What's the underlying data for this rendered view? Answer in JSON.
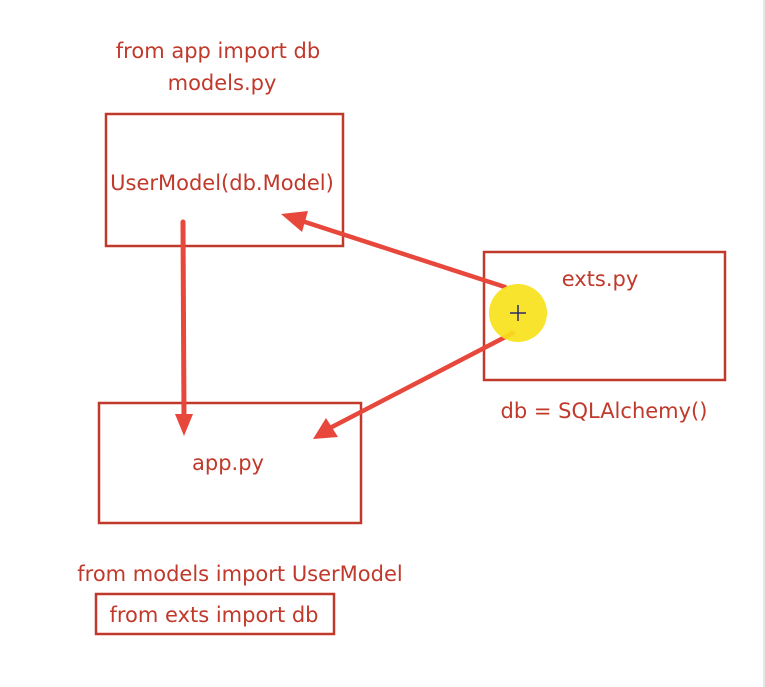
{
  "diagram": {
    "models_import_note": "from app import db",
    "models_file": "models.py",
    "models_content": "UserModel(db.Model)",
    "exts_file": "exts.py",
    "exts_note": "db = SQLAlchemy()",
    "app_file": "app.py",
    "app_import_note": "from models import UserModel",
    "app_exts_import_note": "from exts import db"
  },
  "colors": {
    "accent": "#c0392b",
    "arrow": "#e8473c",
    "cursor_highlight": "#f7e21b"
  }
}
